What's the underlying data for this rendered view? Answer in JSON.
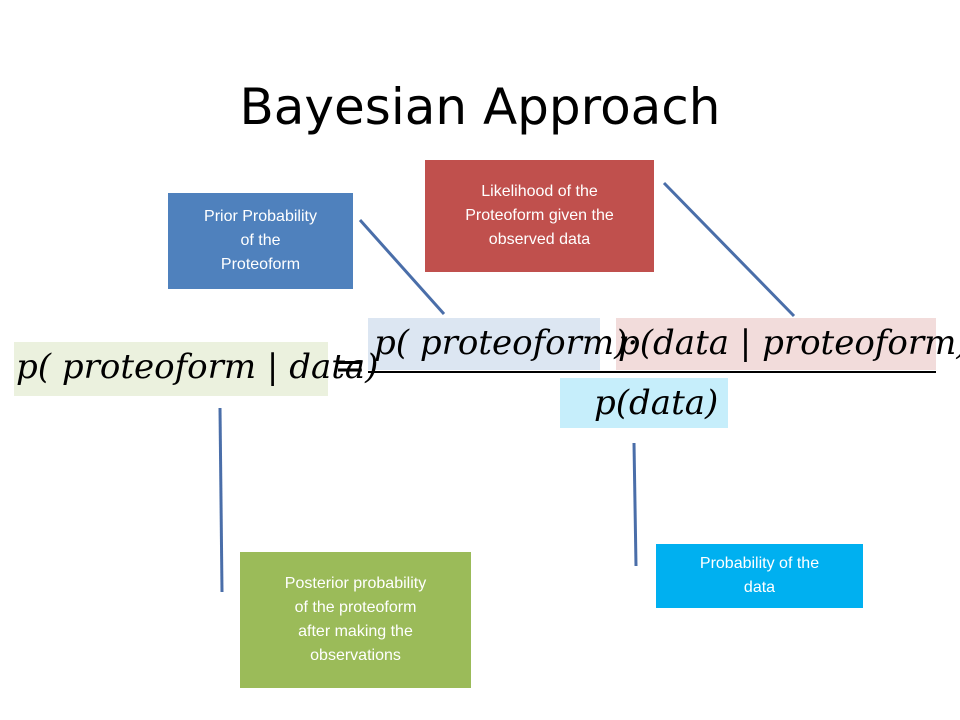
{
  "slide": {
    "title": "Bayesian Approach"
  },
  "formula": {
    "lhs": "p( proteoform | data)",
    "equals": "=",
    "numerator_prior": "p( proteoform)·",
    "numerator_likelihood": "p(data | proteoform)",
    "denominator": "p(data)"
  },
  "callouts": {
    "prior": {
      "lines": [
        "Prior Probability",
        "of the",
        "Proteoform"
      ],
      "color": "#4f81bd"
    },
    "likelihood": {
      "lines": [
        "Likelihood of the",
        "Proteoform given the",
        "observed data"
      ],
      "color": "#c0504d"
    },
    "posterior": {
      "lines": [
        "Posterior probability",
        "of the proteoform",
        "after making the",
        "observations"
      ],
      "color": "#9bbb59"
    },
    "evidence": {
      "lines": [
        "Probability of the",
        "data"
      ],
      "color": "#00b0f0"
    }
  },
  "colors": {
    "connector": "#4a6ea9",
    "highlight_posterior": "#ebf1de",
    "highlight_prior": "#dce6f2",
    "highlight_likelihood": "#f2dcdb",
    "highlight_evidence": "#c6eefb"
  }
}
